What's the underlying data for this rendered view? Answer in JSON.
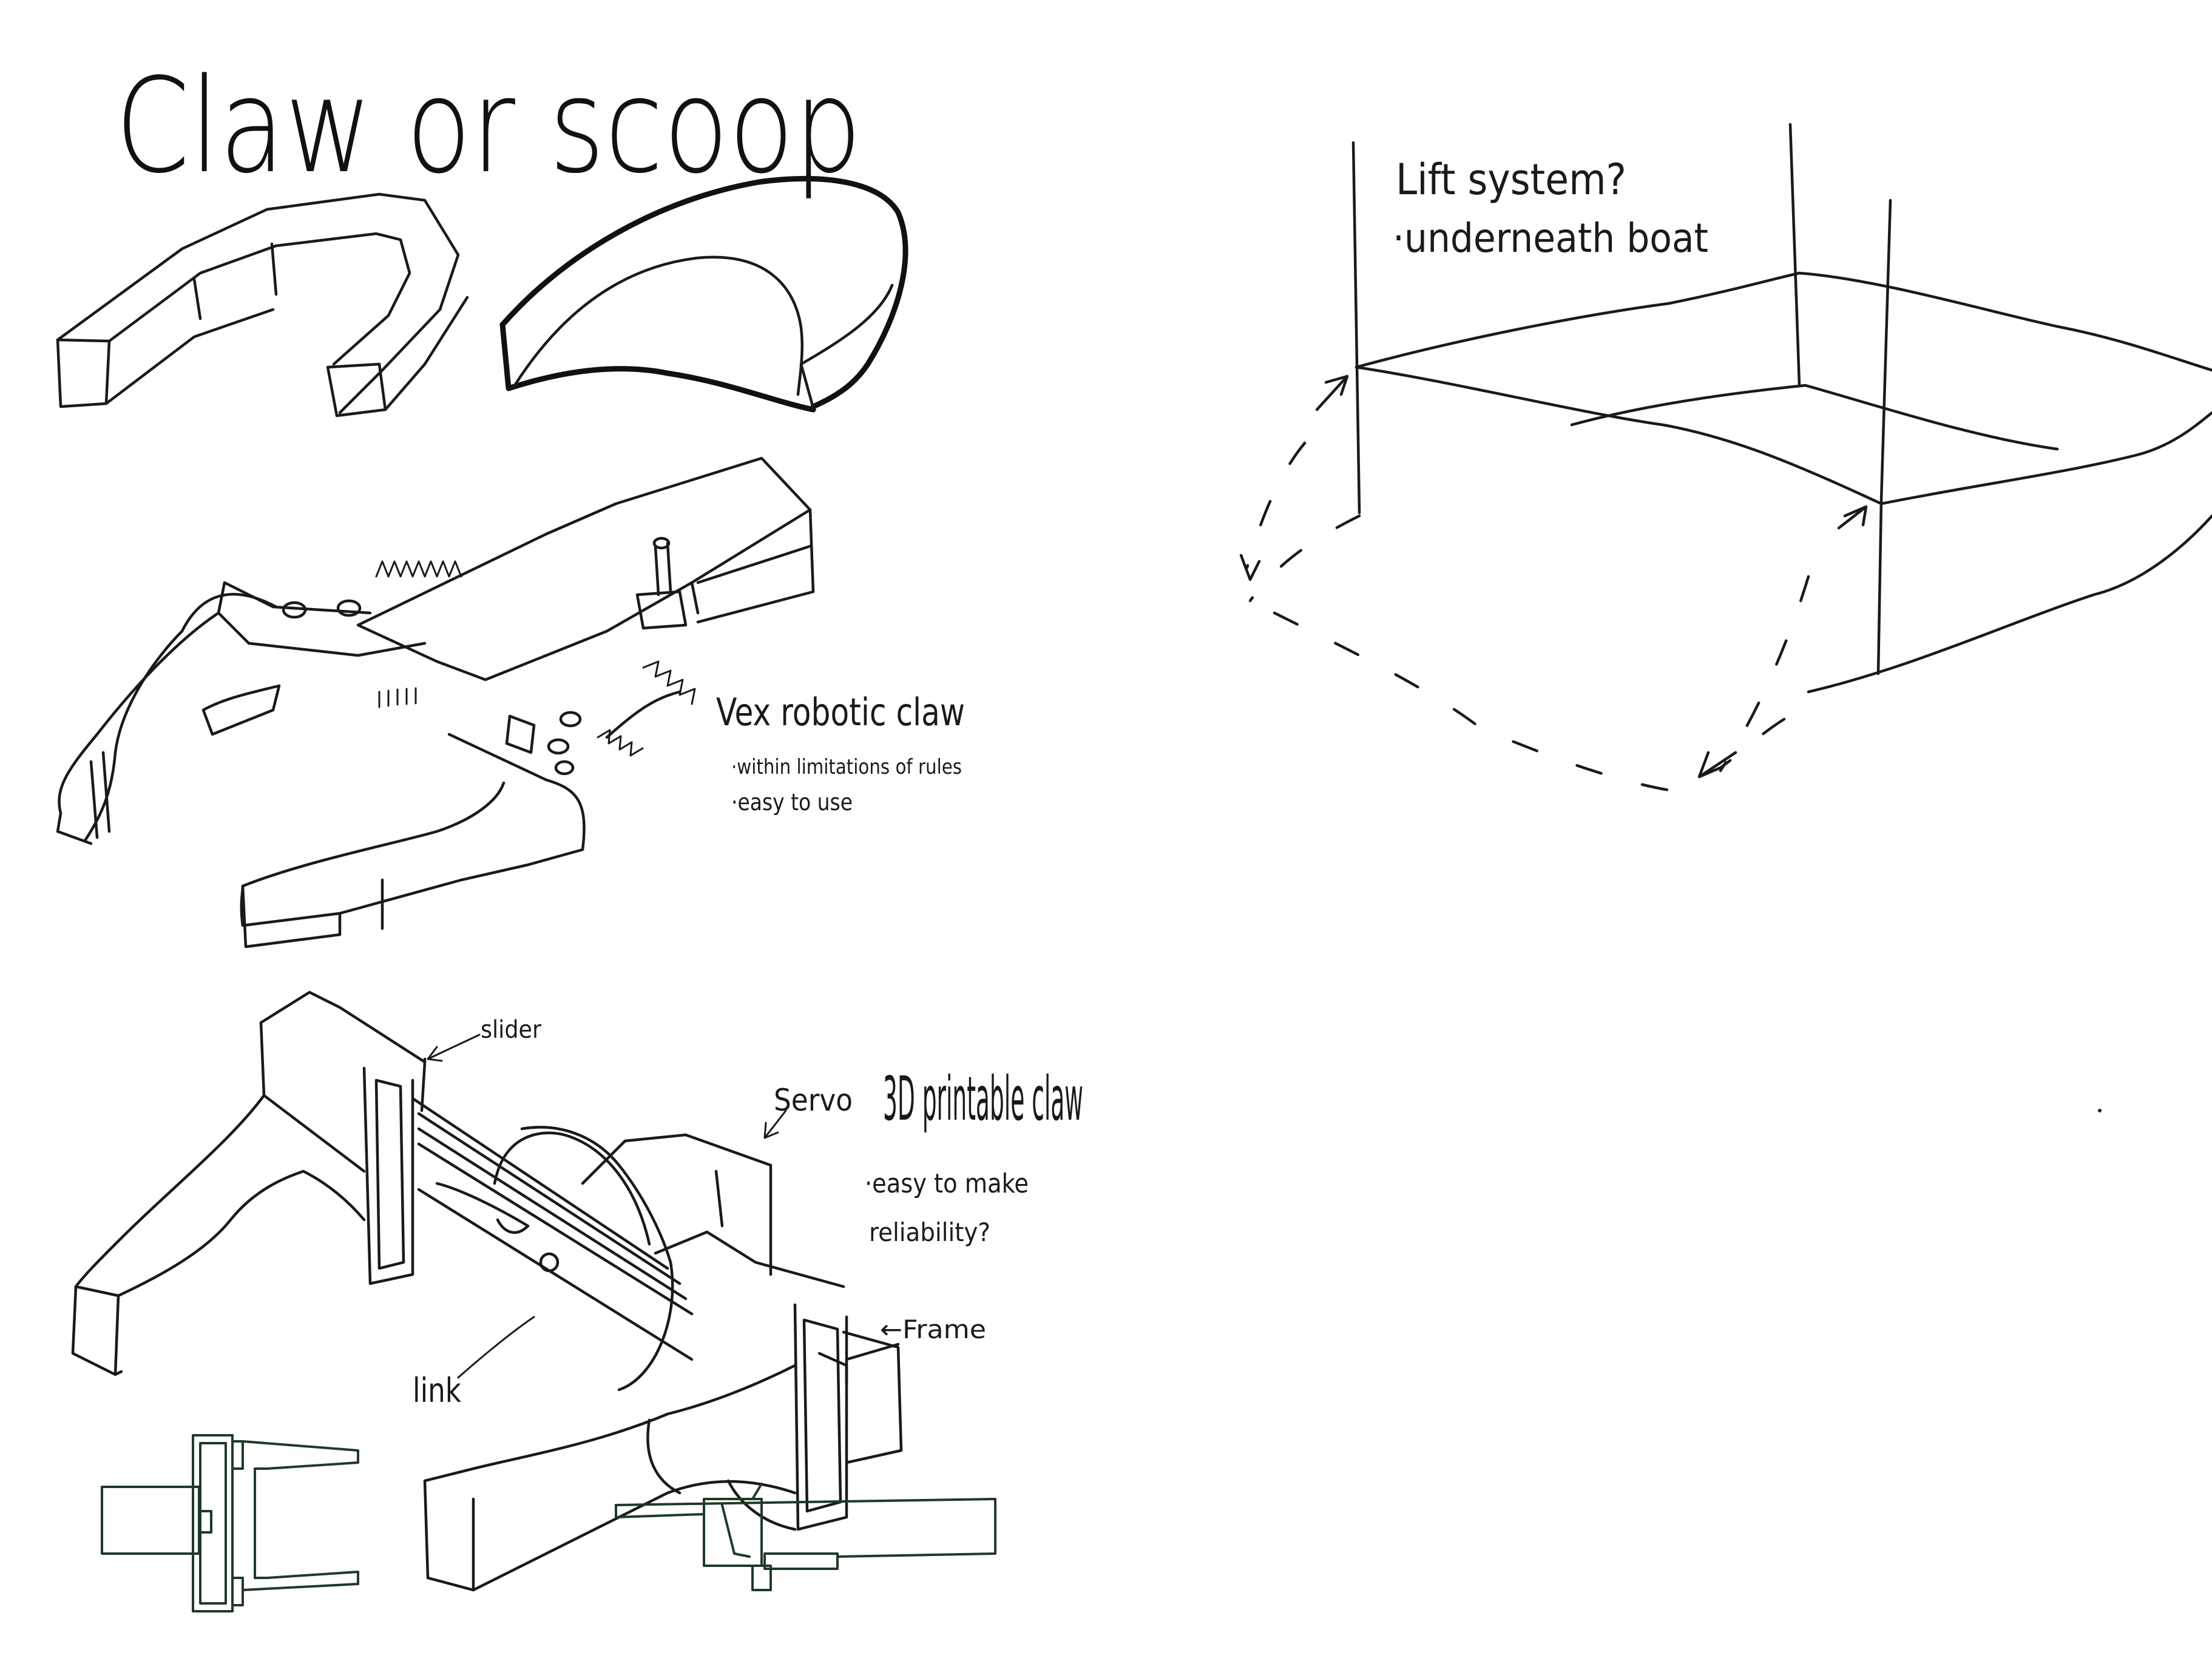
{
  "title": "Claw or scoop",
  "claw_options": {
    "vex": {
      "label": "Vex robotic claw",
      "notes": [
        "·within limitations of rules",
        "·easy to use"
      ]
    },
    "printable": {
      "label": "3D printable claw",
      "notes": [
        "·easy to make",
        "reliability?"
      ],
      "callouts": {
        "slider": "slider",
        "servo": "Servo",
        "link": "link",
        "frame": "←Frame"
      }
    }
  },
  "lift": {
    "label": "Lift system?",
    "note": "·underneath boat"
  },
  "colors": {
    "ink": "#1a1a1a",
    "accent": "#1f3a28",
    "background": "#ffffff"
  }
}
